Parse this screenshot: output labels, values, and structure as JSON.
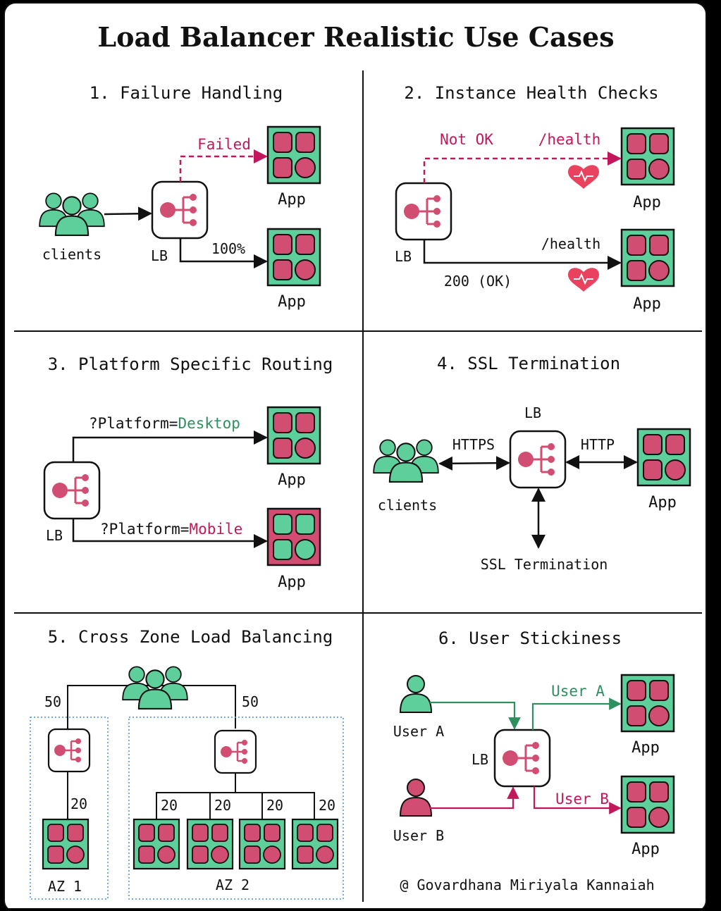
{
  "title": "Load Balancer Realistic Use Cases",
  "colors": {
    "accent": "#d14d72",
    "green": "#5ecf9a",
    "green_text": "#2e8f5f",
    "heart": "#e8425e",
    "zone_border": "#4a90d9"
  },
  "sections": {
    "s1": {
      "heading": "1. Failure Handling",
      "clients": "clients",
      "lb": "LB",
      "failed": "Failed",
      "pct": "100%",
      "app_top": "App",
      "app_bottom": "App"
    },
    "s2": {
      "heading": "2. Instance Health Checks",
      "not_ok": "Not OK",
      "health_top": "/health",
      "health_bottom": "/health",
      "ok": "200 (OK)",
      "lb": "LB",
      "app_top": "App",
      "app_bottom": "App",
      "icons": [
        "heart-icon"
      ]
    },
    "s3": {
      "heading": "3. Platform Specific Routing",
      "query_prefix": "?Platform=",
      "desktop": "Desktop",
      "mobile": "Mobile",
      "lb": "LB",
      "app_top": "App",
      "app_bottom": "App"
    },
    "s4": {
      "heading": "4. SSL Termination",
      "lb": "LB",
      "https": "HTTPS",
      "http": "HTTP",
      "clients": "clients",
      "app": "App",
      "ssl": "SSL Termination"
    },
    "s5": {
      "heading": "5. Cross Zone Load Balancing",
      "w_left": "50",
      "w_right": "50",
      "w_az1": "20",
      "w_az2": [
        "20",
        "20",
        "20",
        "20"
      ],
      "az1": "AZ 1",
      "az2": "AZ 2"
    },
    "s6": {
      "heading": "6. User Stickiness",
      "user_a": "User A",
      "user_b": "User B",
      "route_a": "User A",
      "route_b": "User B",
      "lb": "LB",
      "app_top": "App",
      "app_bottom": "App"
    }
  },
  "credit": "@ Govardhana Miriyala Kannaiah"
}
